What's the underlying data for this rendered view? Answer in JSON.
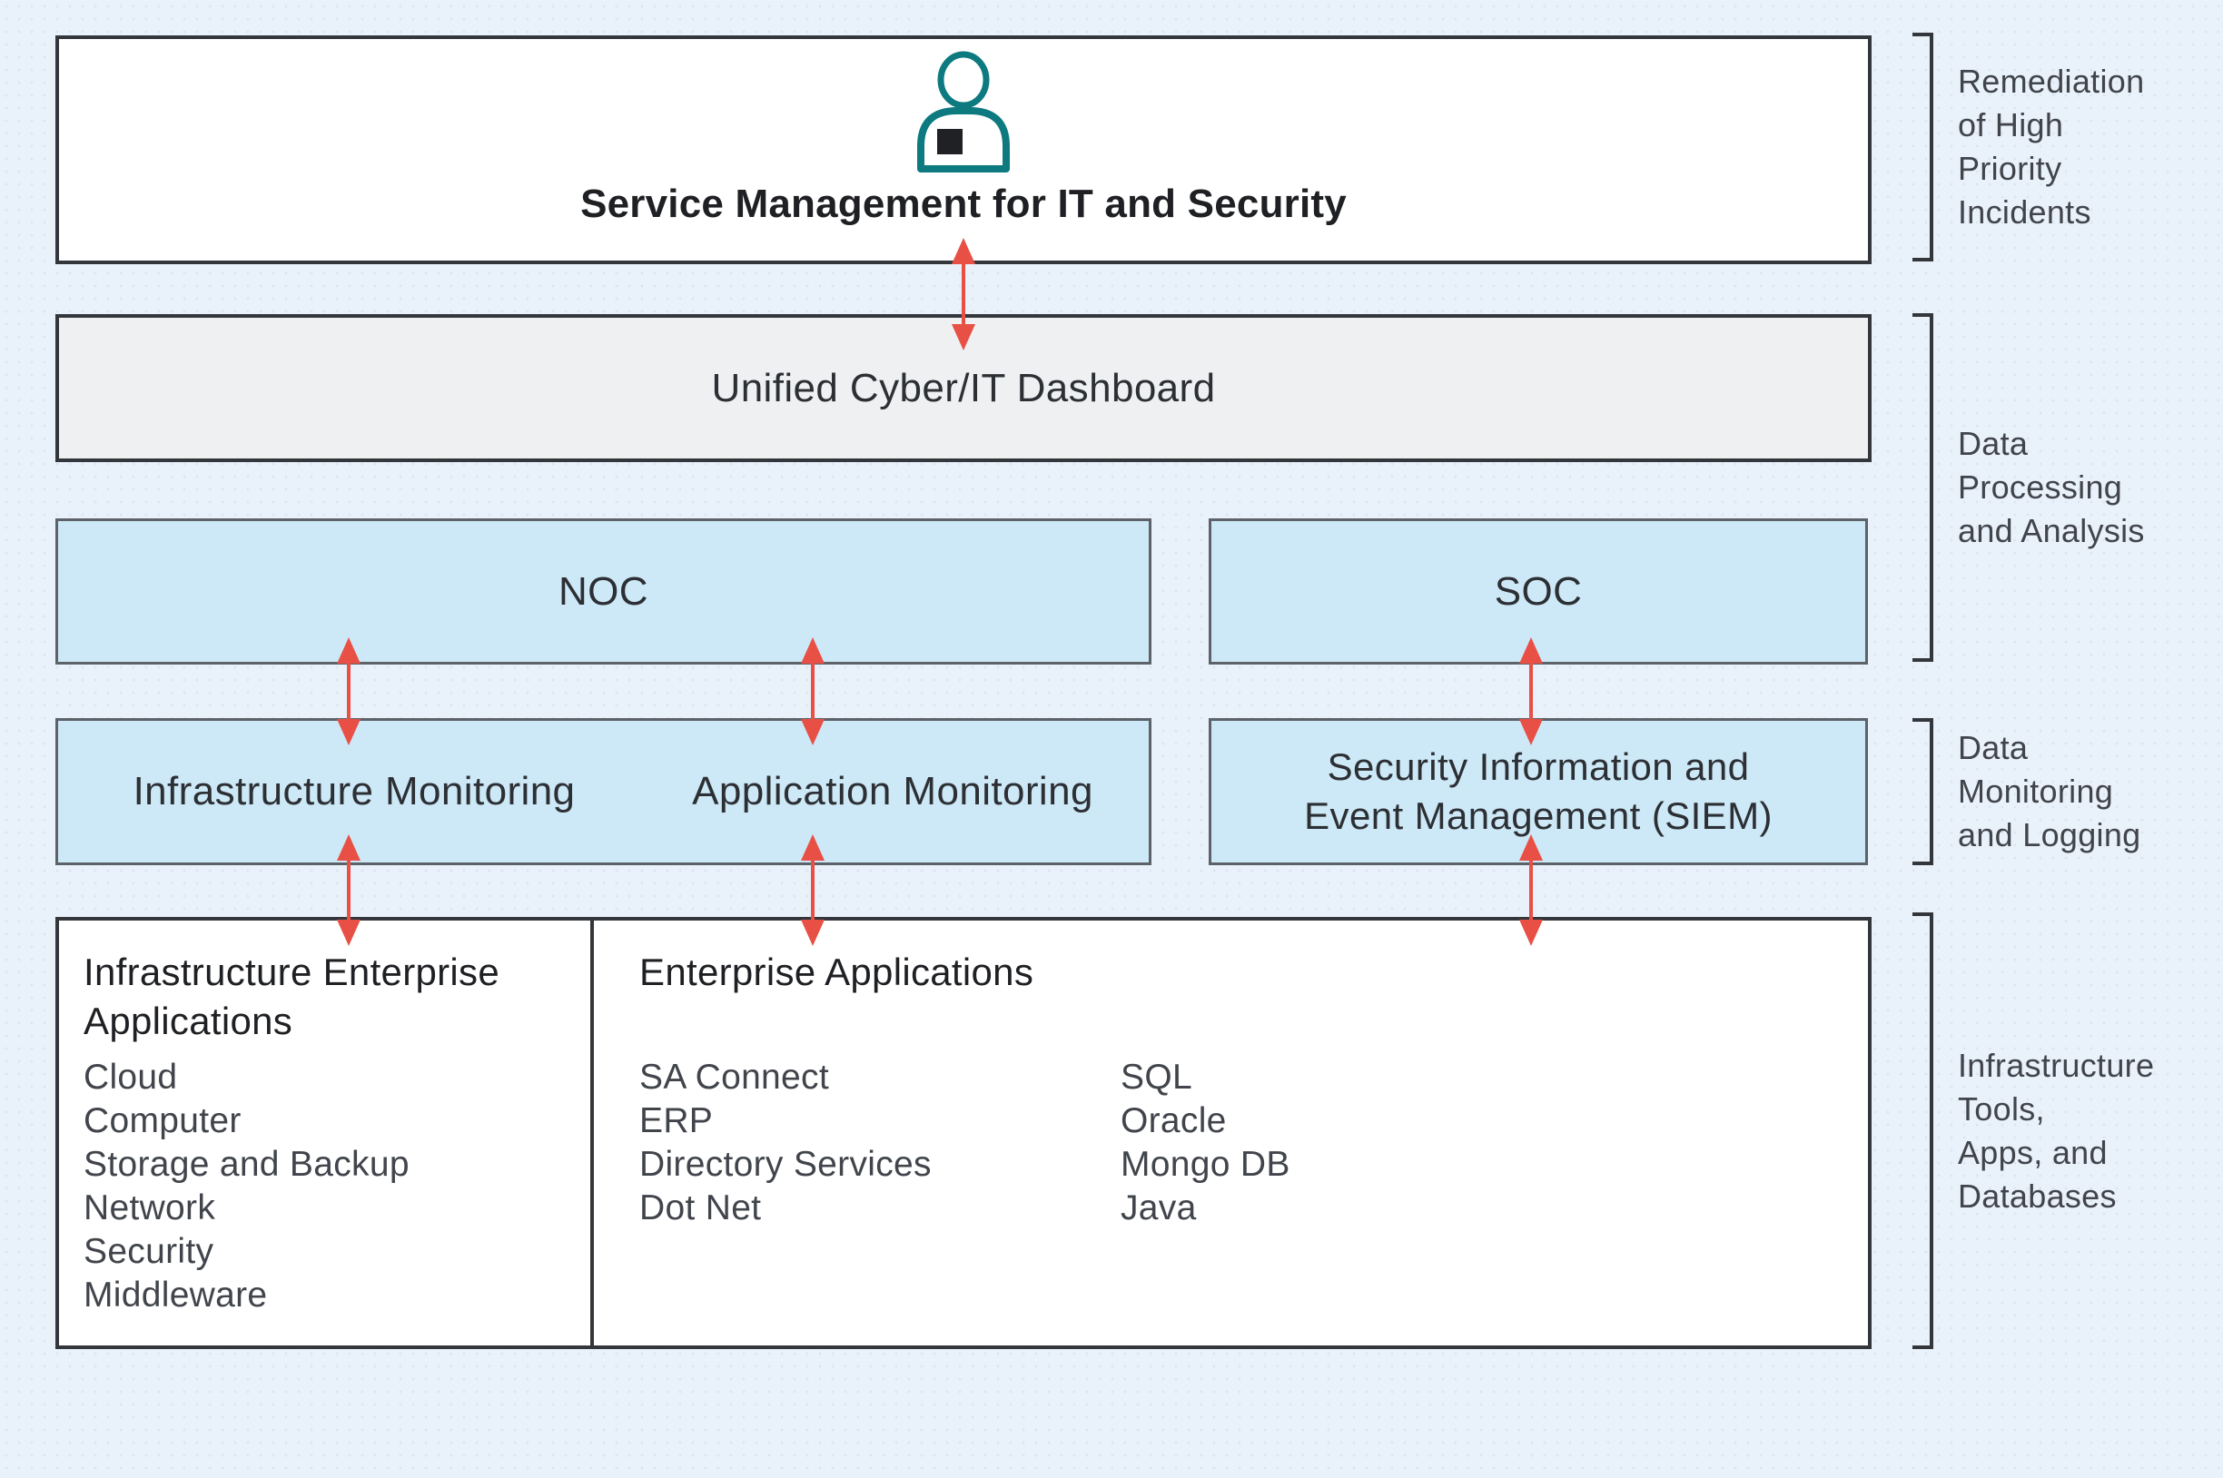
{
  "colors": {
    "bg": "#e9f1fa",
    "bg_dot": "#dae5f2",
    "box_white": "#ffffff",
    "box_gray": "#eff0f2",
    "box_blue": "#cde8f7",
    "border_dark": "#33373c",
    "border_blue": "#5c6268",
    "arrow_red": "#e85046",
    "icon_teal": "#0d7a80",
    "text_dark": "#1e2023",
    "text_body": "#2c2f33",
    "text_muted": "#41454b"
  },
  "icons": {
    "header_icon": "person-icon"
  },
  "top_box": {
    "title": "Service Management for IT and Security"
  },
  "dashboard_box": {
    "label": "Unified Cyber/IT Dashboard"
  },
  "noc_box": {
    "label": "NOC"
  },
  "soc_box": {
    "label": "SOC"
  },
  "monitoring_box": {
    "infrastructure_label": "Infrastructure Monitoring",
    "application_label": "Application Monitoring"
  },
  "siem_box": {
    "lines": [
      "Security Information and",
      "Event Management (SIEM)"
    ]
  },
  "bottom_box": {
    "left": {
      "heading": "Infrastructure Enterprise Applications",
      "items": [
        "Cloud",
        "Computer",
        "Storage and Backup",
        "Network",
        "Security",
        "Middleware"
      ]
    },
    "middle": {
      "heading": "Enterprise Applications",
      "col1": [
        "SA Connect",
        "ERP",
        "Directory Services",
        "Dot Net"
      ],
      "col2": [
        "SQL",
        "Oracle",
        "Mongo DB",
        "Java"
      ]
    }
  },
  "side_labels": {
    "remediation": {
      "lines": [
        "Remediation",
        "of High",
        "Priority",
        "Incidents"
      ]
    },
    "processing": {
      "lines": [
        "Data",
        "Processing",
        "and Analysis"
      ]
    },
    "monitoring": {
      "lines": [
        "Data",
        "Monitoring",
        "and Logging"
      ]
    },
    "infrastructure": {
      "lines": [
        "Infrastructure",
        "Tools,",
        "Apps, and",
        "Databases"
      ]
    }
  }
}
